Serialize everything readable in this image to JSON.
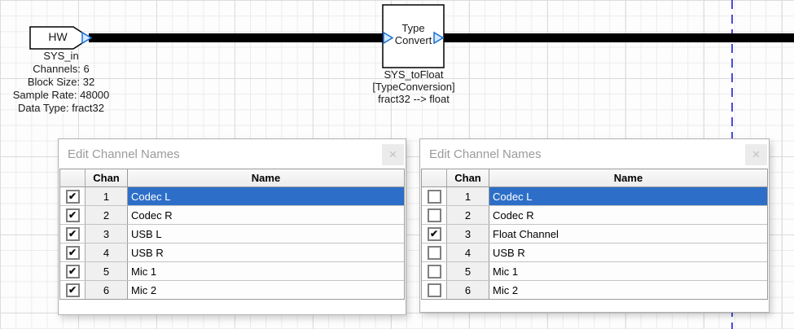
{
  "canvas": {
    "wire_color": "#000000",
    "guide_line_color": "#4a4ad8",
    "pin_fill": "#cfe9ff",
    "pin_stroke": "#1f6fd0",
    "selection_color": "#2d6fc8"
  },
  "diagram": {
    "hw_block": {
      "label": "HW",
      "info_lines": [
        "SYS_in",
        "Channels: 6",
        "Block Size: 32",
        "Sample Rate: 48000",
        "Data Type: fract32"
      ]
    },
    "type_convert_block": {
      "label": "Type Convert",
      "info_lines": [
        "SYS_toFloat",
        "[TypeConversion]",
        "fract32 --> float"
      ]
    }
  },
  "dialogs": [
    {
      "title": "Edit Channel Names",
      "close_label": "×",
      "columns": {
        "chan": "Chan",
        "name": "Name"
      },
      "rows": [
        {
          "chan": "1",
          "name": "Codec L",
          "check": "✔"
        },
        {
          "chan": "2",
          "name": "Codec R",
          "check": "✔"
        },
        {
          "chan": "3",
          "name": "USB L",
          "check": "✔"
        },
        {
          "chan": "4",
          "name": "USB R",
          "check": "✔"
        },
        {
          "chan": "5",
          "name": "Mic 1",
          "check": "✔"
        },
        {
          "chan": "6",
          "name": "Mic 2",
          "check": "✔"
        }
      ]
    },
    {
      "title": "Edit Channel Names",
      "close_label": "×",
      "columns": {
        "chan": "Chan",
        "name": "Name"
      },
      "rows": [
        {
          "chan": "1",
          "name": "Codec L",
          "check": ""
        },
        {
          "chan": "2",
          "name": "Codec R",
          "check": ""
        },
        {
          "chan": "3",
          "name": "Float Channel",
          "check": "✔"
        },
        {
          "chan": "4",
          "name": "USB R",
          "check": ""
        },
        {
          "chan": "5",
          "name": "Mic 1",
          "check": ""
        },
        {
          "chan": "6",
          "name": "Mic 2",
          "check": ""
        }
      ]
    }
  ]
}
